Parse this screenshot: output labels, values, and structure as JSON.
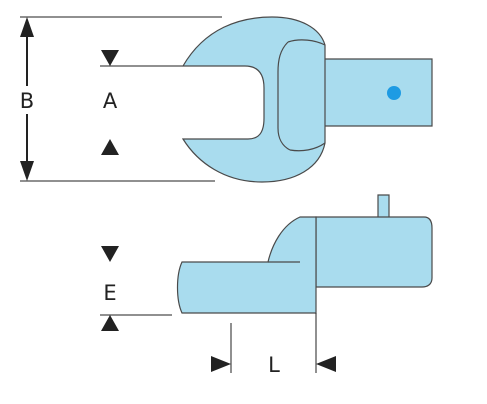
{
  "labels": {
    "b": "B",
    "a": "A",
    "e": "E",
    "l": "L"
  },
  "colors": {
    "tool_fill": "#a9dcee",
    "tool_stroke": "#4a4a4a",
    "marker": "#1e9be3",
    "line": "#222222"
  }
}
